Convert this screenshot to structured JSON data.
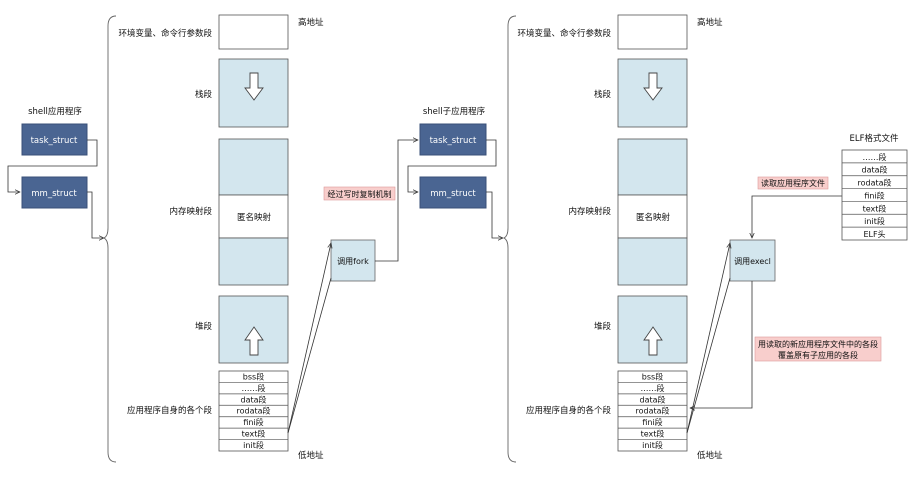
{
  "left": {
    "process_label": "shell应用程序",
    "task_struct": "task_struct",
    "mm_struct": "mm_struct",
    "labels": {
      "env": "环境变量、命令行参数段",
      "stack": "栈段",
      "mmap": "内存映射段",
      "heap": "堆段",
      "app_segments": "应用程序自身的各个段"
    },
    "high_addr": "高地址",
    "low_addr": "低地址",
    "anon_map": "匿名映射",
    "segments": [
      "bss段",
      "……段",
      "data段",
      "rodata段",
      "fini段",
      "text段",
      "init段"
    ]
  },
  "fork": {
    "call": "调用fork",
    "cow_note": "经过写时复制机制",
    "child_label": "shell子应用程序",
    "task_struct": "task_struct",
    "mm_struct": "mm_struct"
  },
  "right": {
    "labels": {
      "env": "环境变量、命令行参数段",
      "stack": "栈段",
      "mmap": "内存映射段",
      "heap": "堆段",
      "app_segments": "应用程序自身的各个段"
    },
    "high_addr": "高地址",
    "low_addr": "低地址",
    "anon_map": "匿名映射",
    "segments": [
      "bss段",
      "……段",
      "data段",
      "rodata段",
      "fini段",
      "text段",
      "init段"
    ]
  },
  "exec": {
    "call": "调用execl",
    "read_note": "读取应用程序文件",
    "overwrite_note_line1": "用读取的新应用程序文件中的各段",
    "overwrite_note_line2": "覆盖原有子应用的各段"
  },
  "elf": {
    "title": "ELF格式文件",
    "rows": [
      "……段",
      "data段",
      "rodata段",
      "fini段",
      "text段",
      "init段",
      "ELF头"
    ]
  },
  "colors": {
    "struct_fill": "#4a6592",
    "region_fill": "#d3e6ee",
    "note_fill": "#f8cecc"
  }
}
